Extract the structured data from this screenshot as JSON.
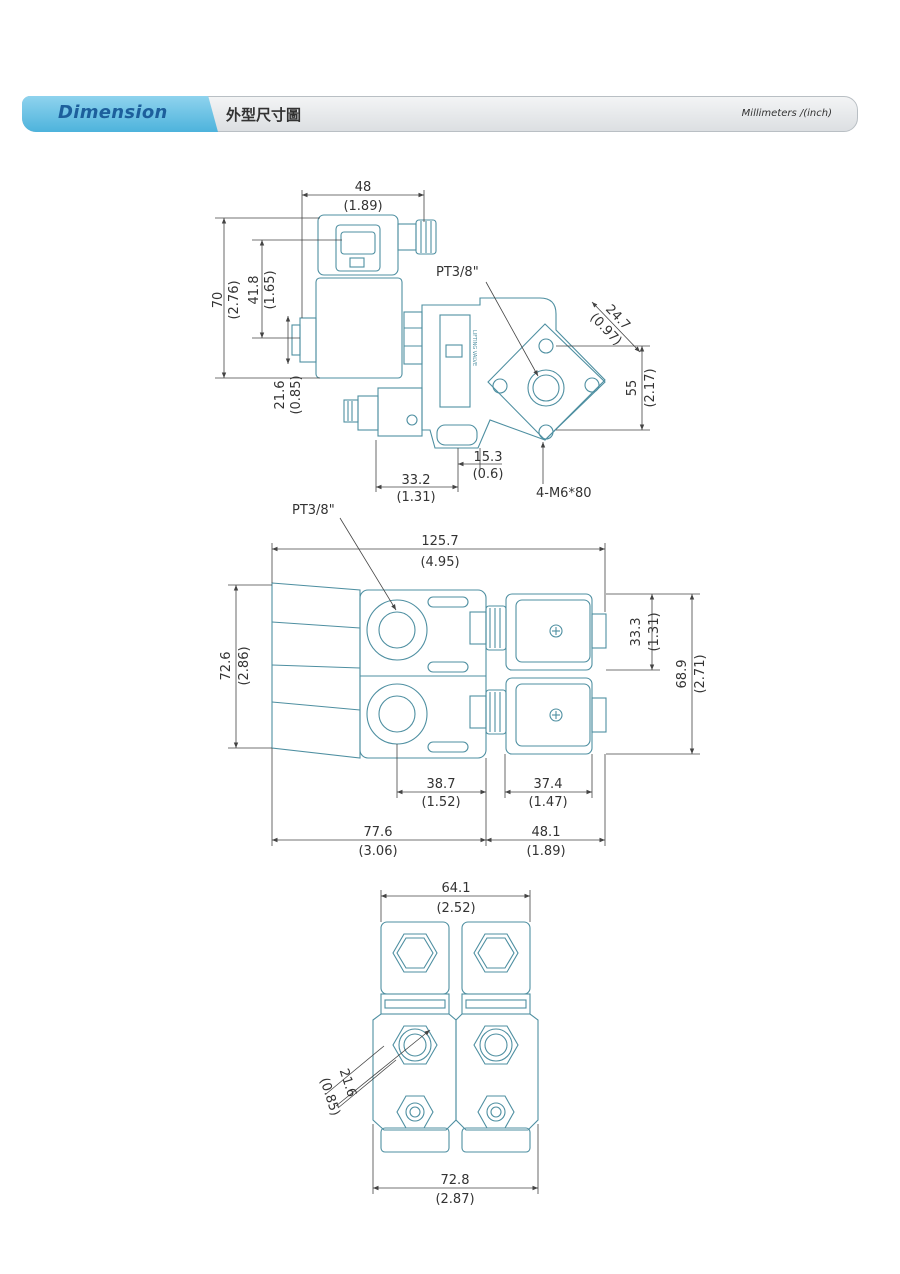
{
  "header": {
    "title": "Dimension",
    "subtitle": "外型尺寸圖",
    "units": "Millimeters /(inch)"
  },
  "colors": {
    "accent": "#4db3dc",
    "title": "#1d5f9c",
    "outline": "#4e8fa1"
  },
  "view_top": {
    "dim_48": "48",
    "dim_48_in": "(1.89)",
    "dim_70": "70",
    "dim_70_in": "(2.76)",
    "dim_41_8": "41.8",
    "dim_41_8_in": "(1.65)",
    "dim_21_6": "21.6",
    "dim_21_6_in": "(0.85)",
    "port_label": "PT3/8\"",
    "dim_24_7": "24.7",
    "dim_24_7_in": "(0.97)",
    "dim_55": "55",
    "dim_55_in": "(2.17)",
    "dim_15_3": "15.3",
    "dim_15_3_in": "(0.6)",
    "dim_33_2": "33.2",
    "dim_33_2_in": "(1.31)",
    "bolt_label": "4-M6*80",
    "valve_text": "LIFTING VALVE"
  },
  "view_mid": {
    "port_label": "PT3/8\"",
    "dim_125_7": "125.7",
    "dim_125_7_in": "(4.95)",
    "dim_72_6": "72.6",
    "dim_72_6_in": "(2.86)",
    "dim_33_3": "33.3",
    "dim_33_3_in": "(1.31)",
    "dim_68_9": "68.9",
    "dim_68_9_in": "(2.71)",
    "dim_38_7": "38.7",
    "dim_38_7_in": "(1.52)",
    "dim_37_4": "37.4",
    "dim_37_4_in": "(1.47)",
    "dim_77_6": "77.6",
    "dim_77_6_in": "(3.06)",
    "dim_48_1": "48.1",
    "dim_48_1_in": "(1.89)"
  },
  "view_bot": {
    "dim_64_1": "64.1",
    "dim_64_1_in": "(2.52)",
    "dim_21_6": "21.6",
    "dim_21_6_in": "(0.85)",
    "dim_72_8": "72.8",
    "dim_72_8_in": "(2.87)"
  }
}
